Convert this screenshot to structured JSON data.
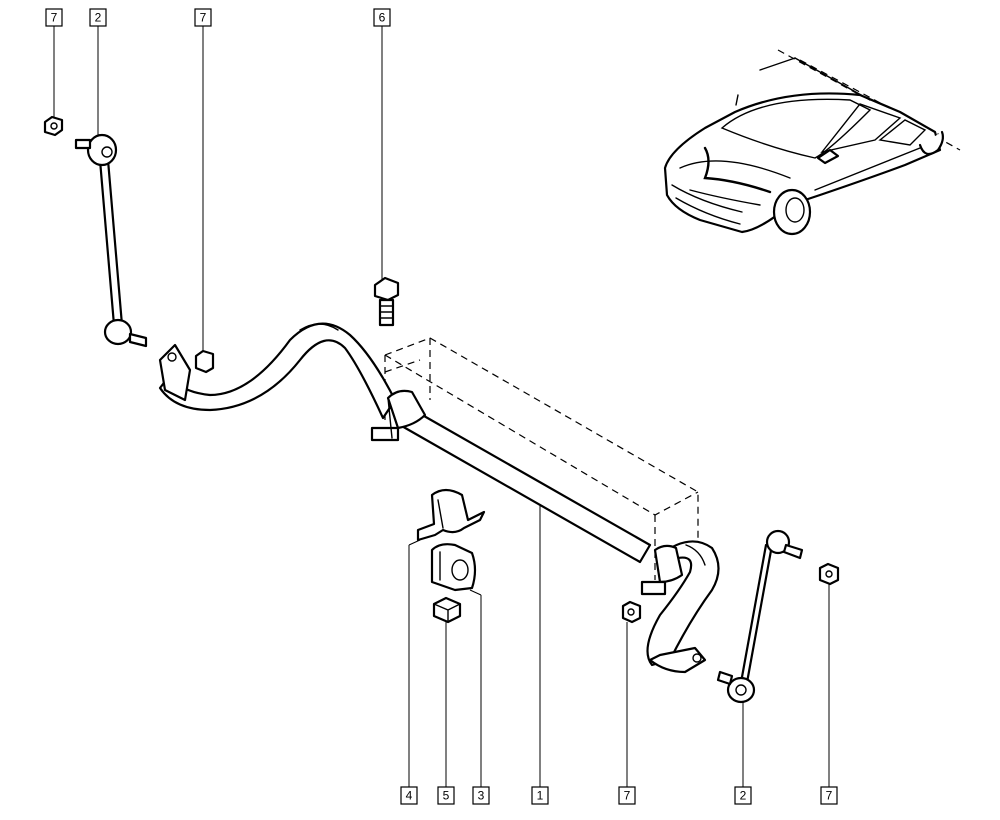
{
  "callouts": {
    "c7_top_left": "7",
    "c2_top_left": "2",
    "c7_top_mid": "7",
    "c6_top": "6",
    "c4_bottom": "4",
    "c5_bottom": "5",
    "c3_bottom": "3",
    "c1_bottom": "1",
    "c7_bottom_a": "7",
    "c2_bottom": "2",
    "c7_bottom_b": "7"
  },
  "colors": {
    "line": "#000000",
    "background": "#ffffff"
  }
}
